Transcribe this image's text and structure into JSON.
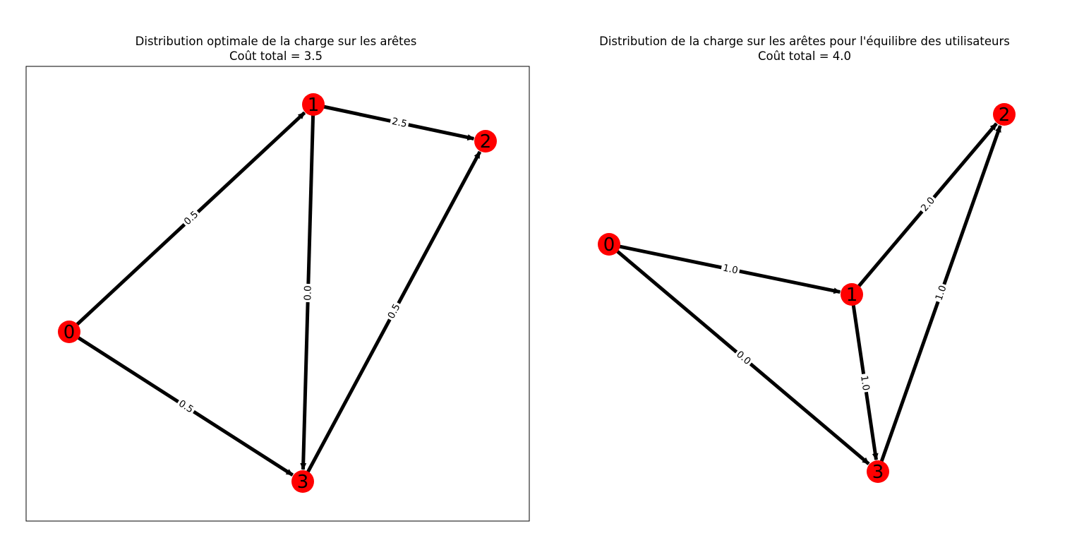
{
  "panels": [
    {
      "title_line1": "Distribution optimale de la charge sur les arêtes",
      "title_line2": "Coût total = 3.5",
      "node_color": "#ff0000",
      "edge_color": "#000000",
      "frame": true,
      "nodes": [
        {
          "id": "0",
          "label": "0"
        },
        {
          "id": "1",
          "label": "1"
        },
        {
          "id": "2",
          "label": "2"
        },
        {
          "id": "3",
          "label": "3"
        }
      ],
      "edges": [
        {
          "from": "0",
          "to": "1",
          "label": "0.5"
        },
        {
          "from": "0",
          "to": "3",
          "label": "0.5"
        },
        {
          "from": "1",
          "to": "2",
          "label": "2.5"
        },
        {
          "from": "1",
          "to": "3",
          "label": "0.0"
        },
        {
          "from": "3",
          "to": "2",
          "label": "0.5"
        }
      ]
    },
    {
      "title_line1": "Distribution de la charge sur les arêtes pour l'équilibre des utilisateurs",
      "title_line2": "Coût total = 4.0",
      "node_color": "#ff0000",
      "edge_color": "#000000",
      "frame": false,
      "nodes": [
        {
          "id": "0",
          "label": "0"
        },
        {
          "id": "1",
          "label": "1"
        },
        {
          "id": "2",
          "label": "2"
        },
        {
          "id": "3",
          "label": "3"
        }
      ],
      "edges": [
        {
          "from": "0",
          "to": "1",
          "label": "1.0"
        },
        {
          "from": "0",
          "to": "3",
          "label": "0.0"
        },
        {
          "from": "1",
          "to": "2",
          "label": "2.0"
        },
        {
          "from": "1",
          "to": "3",
          "label": "1.0"
        },
        {
          "from": "3",
          "to": "2",
          "label": "1.0"
        }
      ]
    }
  ]
}
